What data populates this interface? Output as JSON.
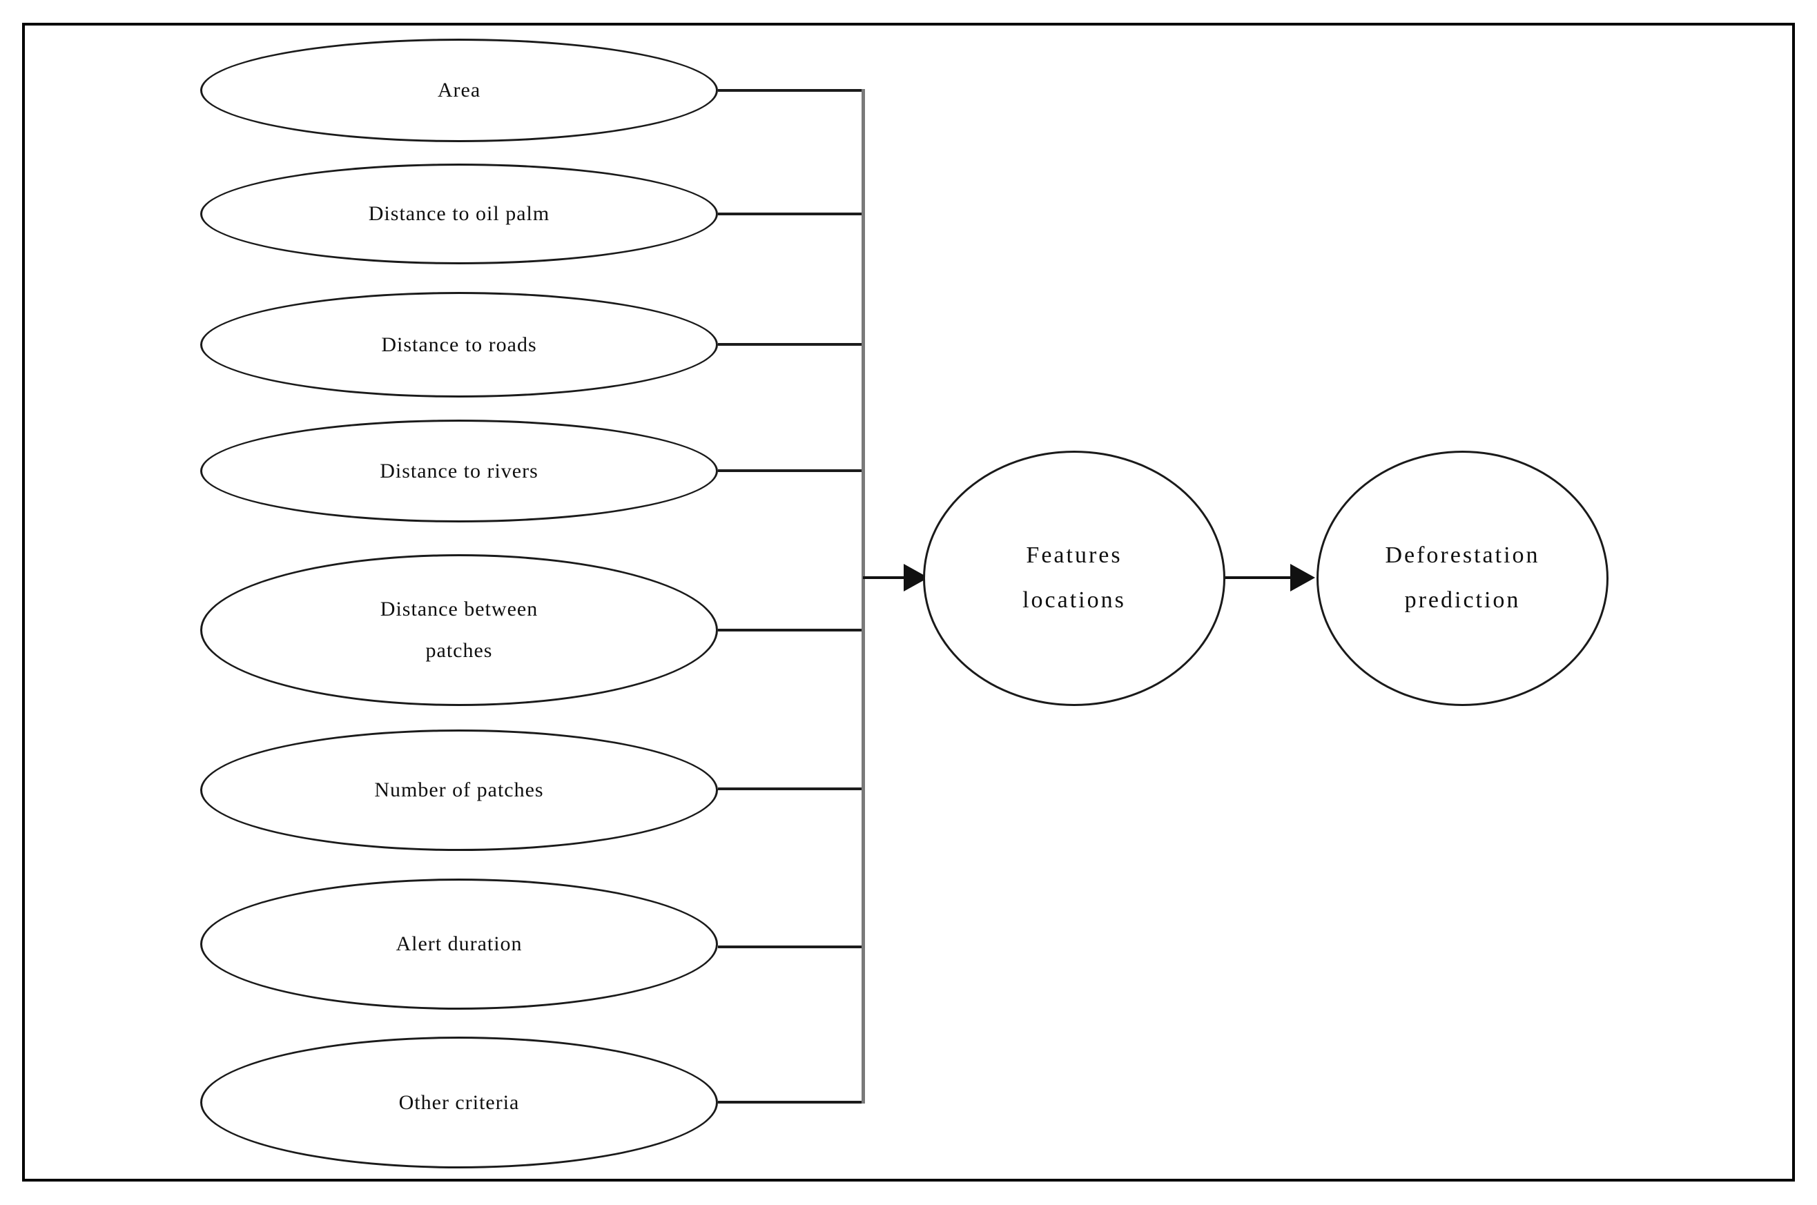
{
  "diagram": {
    "type": "flowchart",
    "background": "#ffffff",
    "colors": {
      "node_border": "#1a1a1a",
      "connector_line": "#1c1c1c",
      "trunk_line": "#7a7a7a",
      "arrow": "#111111",
      "text": "#0f0f0f",
      "frame_border": "#000000"
    },
    "inputs": [
      {
        "label": "Area"
      },
      {
        "label": "Distance to oil palm"
      },
      {
        "label": "Distance to roads"
      },
      {
        "label": "Distance to rivers"
      },
      {
        "label": "Distance between patches"
      },
      {
        "label": "Number of patches"
      },
      {
        "label": "Alert duration"
      },
      {
        "label": "Other criteria"
      }
    ],
    "center_node": {
      "label": "Features locations"
    },
    "output_node": {
      "label": "Deforestation prediction"
    }
  }
}
